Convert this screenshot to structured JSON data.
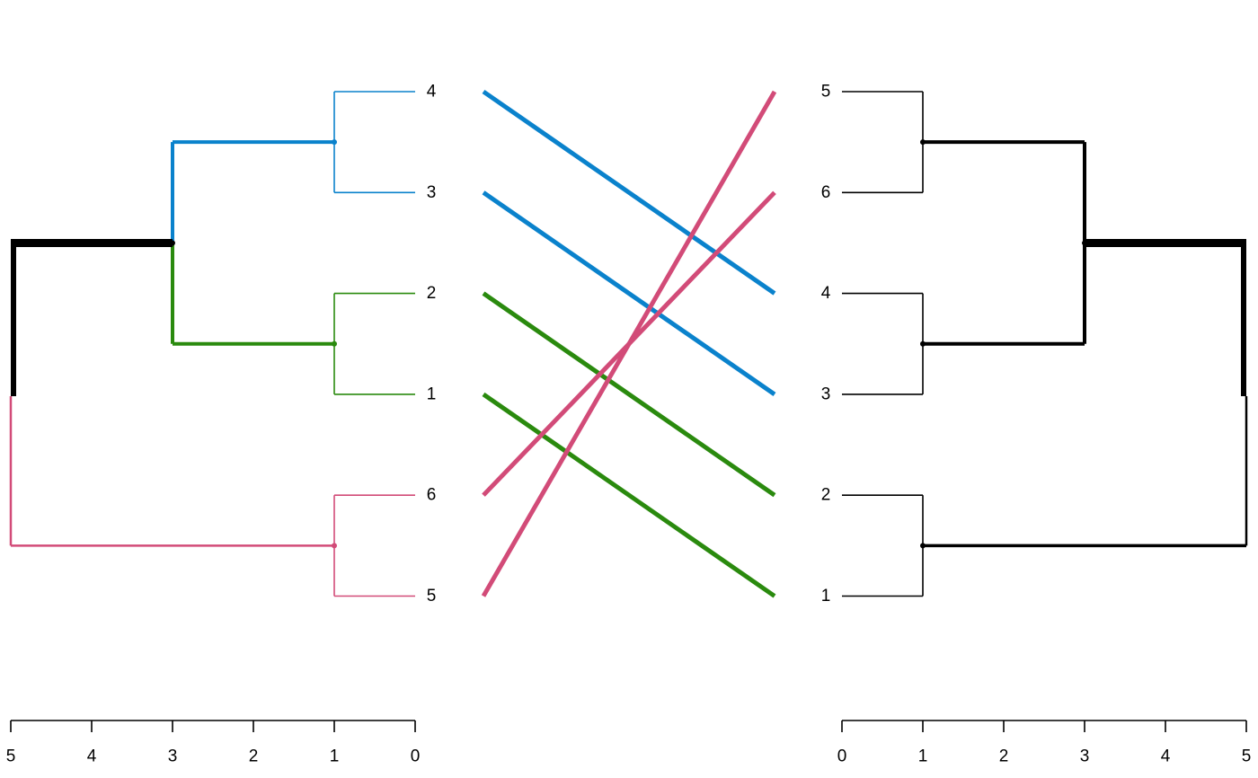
{
  "colors": {
    "blue": "#0a82cc",
    "green": "#2a8a0e",
    "pink": "#d24b78",
    "black": "#000000"
  },
  "left_tree": {
    "leaf_order": [
      "4",
      "3",
      "2",
      "1",
      "6",
      "5"
    ],
    "axis_ticks": [
      "5",
      "4",
      "3",
      "2",
      "1",
      "0"
    ],
    "merges": [
      {
        "children": [
          "4",
          "3"
        ],
        "height": 1,
        "color": "blue"
      },
      {
        "children": [
          "2",
          "1"
        ],
        "height": 1,
        "color": "green"
      },
      {
        "children": [
          "6",
          "5"
        ],
        "height": 1,
        "color": "pink"
      },
      {
        "children": [
          "4-3",
          "2-1"
        ],
        "height": 3,
        "color": "mixed"
      },
      {
        "children": [
          "4-3-2-1",
          "6-5"
        ],
        "height": 5,
        "color": "mixed"
      }
    ]
  },
  "right_tree": {
    "leaf_order": [
      "5",
      "6",
      "4",
      "3",
      "2",
      "1"
    ],
    "axis_ticks": [
      "0",
      "1",
      "2",
      "3",
      "4",
      "5"
    ],
    "merges": [
      {
        "children": [
          "5",
          "6"
        ],
        "height": 1
      },
      {
        "children": [
          "4",
          "3"
        ],
        "height": 1
      },
      {
        "children": [
          "2",
          "1"
        ],
        "height": 1
      },
      {
        "children": [
          "5-6",
          "4-3"
        ],
        "height": 3
      },
      {
        "children": [
          "5-6-4-3",
          "2-1"
        ],
        "height": 5
      }
    ]
  },
  "connections": [
    {
      "leaf": "4",
      "color": "blue"
    },
    {
      "leaf": "3",
      "color": "blue"
    },
    {
      "leaf": "2",
      "color": "green"
    },
    {
      "leaf": "1",
      "color": "green"
    },
    {
      "leaf": "6",
      "color": "pink"
    },
    {
      "leaf": "5",
      "color": "pink"
    }
  ]
}
